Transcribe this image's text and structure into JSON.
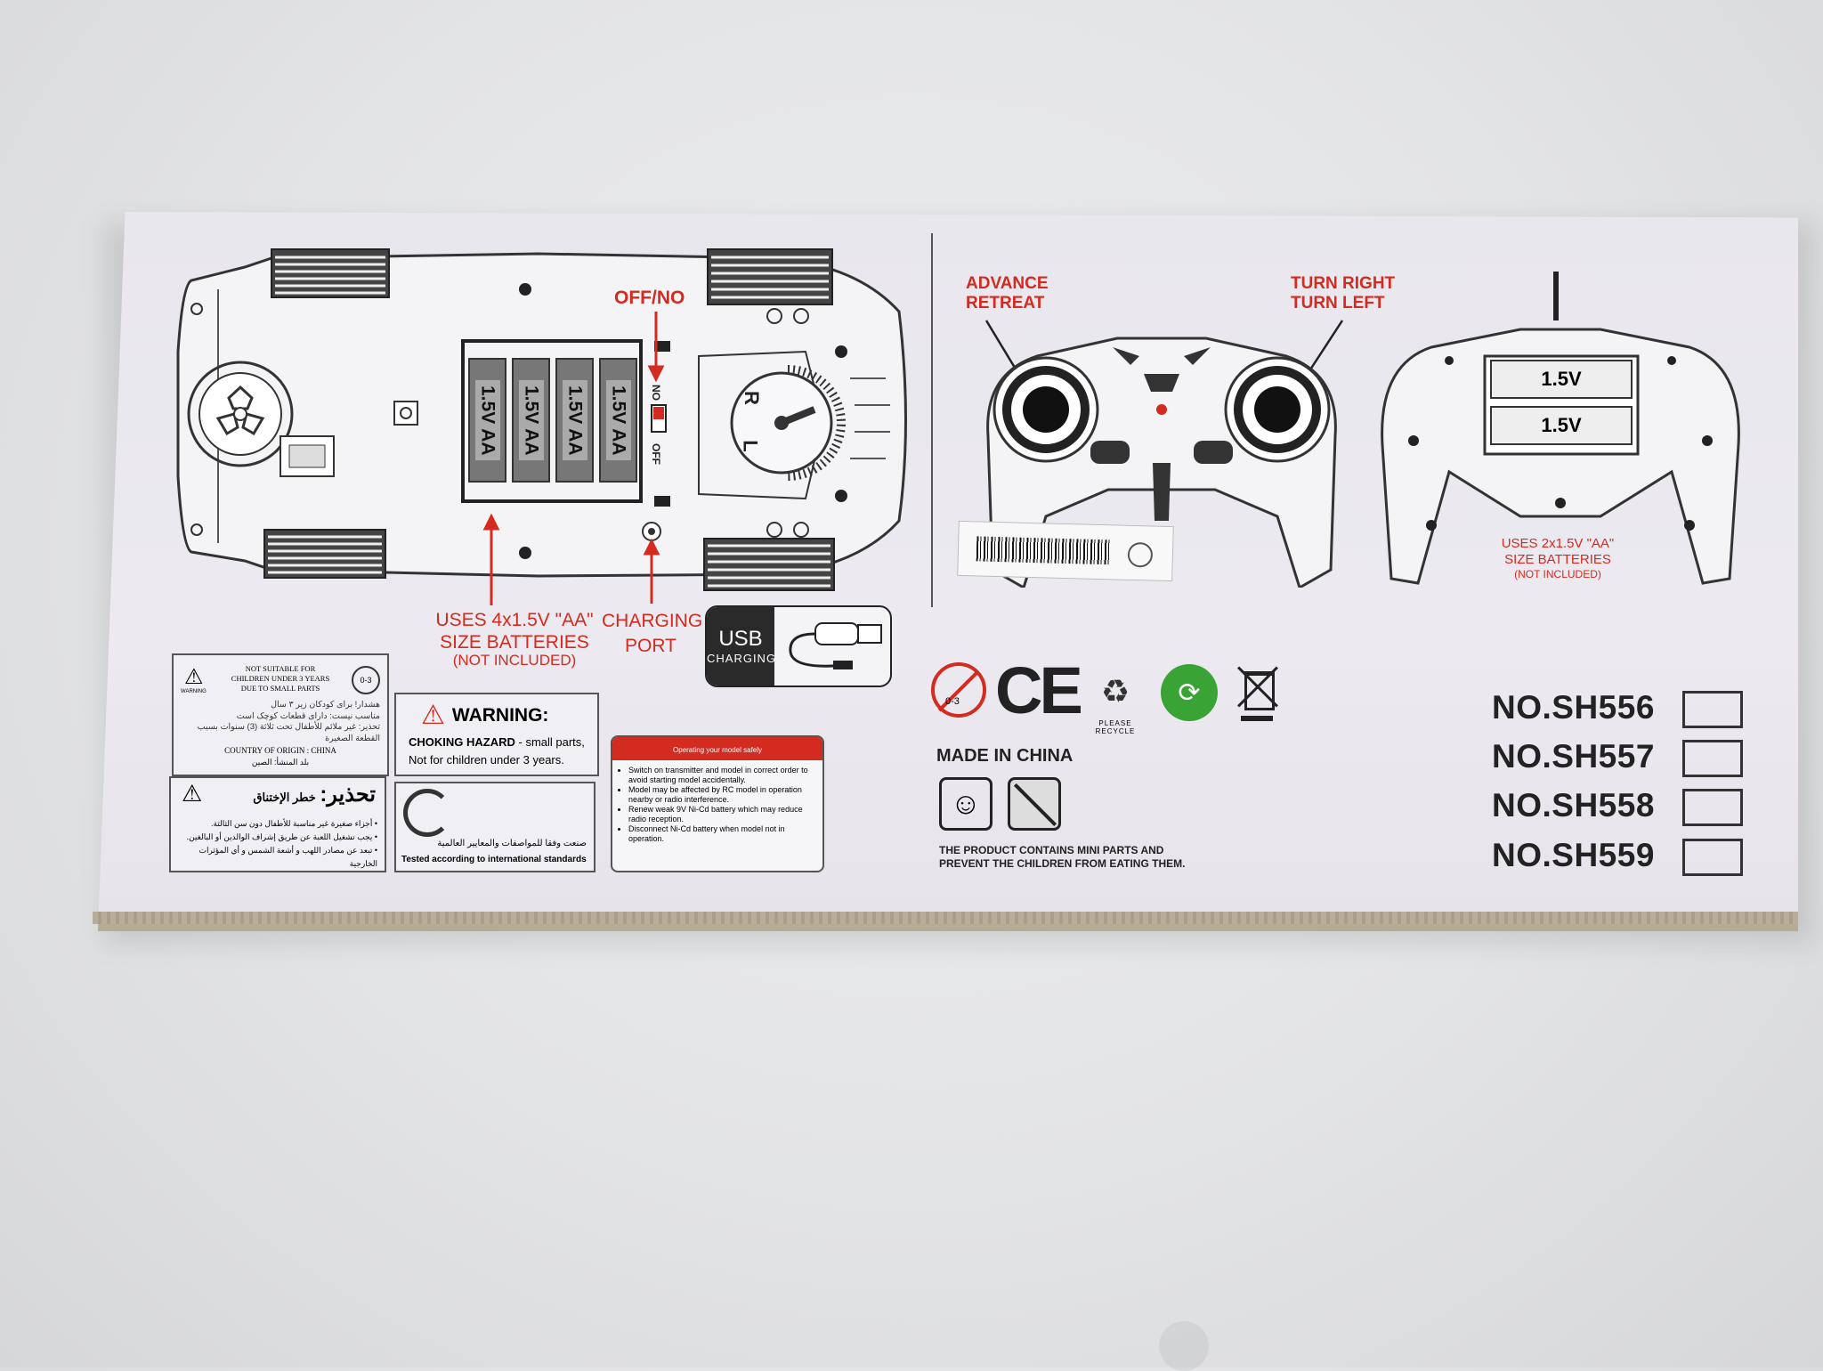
{
  "car_diagram": {
    "switch_label": "OFF/NO",
    "switch_marks": {
      "on": "NO",
      "off": "OFF"
    },
    "battery_cells": [
      "1.5V AA",
      "1.5V AA",
      "1.5V AA",
      "1.5V AA"
    ],
    "steer_marks": {
      "right": "R",
      "left": "L"
    },
    "batteries_note": "USES 4x1.5V \"AA\"\nSIZE BATTERIES",
    "batteries_not_included": "(NOT INCLUDED)",
    "charging_label": "CHARGING\nPORT",
    "usb": {
      "title": "USB",
      "sub": "CHARGING"
    }
  },
  "controller": {
    "left_label": "ADVANCE\nRETREAT",
    "right_label": "TURN RIGHT\nTURN LEFT",
    "battery_cells": [
      "1.5V",
      "1.5V"
    ],
    "batteries_note": "USES 2x1.5V \"AA\"\nSIZE BATTERIES",
    "batteries_not_included": "(NOT INCLUDED)"
  },
  "warning_panel_left": {
    "title": "NOT SUITABLE FOR\nCHILDREN UNDER 3 YEARS\nDUE TO SMALL PARTS",
    "arabic_1": "هشدار! برای کودکان زیر ۳ سال",
    "arabic_2": "مناسب نیست: دارای قطعات کوچک است",
    "arabic_3": "تحذير: غير ملائم للأطفال تحت ثلاثة (3) سنوات بسبب",
    "arabic_4": "القطعة الصغيرة",
    "origin": "COUNTRY OF ORIGIN : CHINA",
    "origin_ar": "بلد المنشأ: الصين",
    "age_icon": "0-3",
    "warning_word": "WARNING"
  },
  "arabic_panel": {
    "heading": "تحذير:",
    "subheading": "خطر الإختناق",
    "lines": [
      "• أجزاء صغيرة غير مناسبة للأطفال دون سن الثالثة.",
      "• يجب تشغيل اللعبة عن طريق إشراف الوالدين أو البالغين.",
      "• تبعد عن مصادر اللهب و أشعة الشمس و أي المؤثرات الخارجية"
    ]
  },
  "choking_warning": {
    "title": "WARNING:",
    "line1_bold": "CHOKING HAZARD",
    "line1_rest": " - small parts,",
    "line2": "Not for children under 3 years."
  },
  "standards_panel": {
    "arabic": "صنعت وفقا للمواصفات والمعايير العالمية",
    "english": "Tested according to international standards"
  },
  "safety_panel": {
    "header": "Operating your model safely",
    "items": [
      "Switch on transmitter and model in correct order to avoid starting model accidentally.",
      "Model may be affected by RC model in operation nearby or radio interference.",
      "Renew weak 9V Ni-Cd battery which may reduce radio reception.",
      "Disconnect Ni-Cd battery when model not in operation."
    ]
  },
  "certifications": {
    "age_mark": "0-3",
    "ce": "CE",
    "recycle_text": "PLEASE RECYCLE",
    "made_in": "MADE IN CHINA",
    "mini_parts_note": "THE PRODUCT CONTAINS MINI PARTS AND\nPREVENT THE CHILDREN FROM EATING THEM."
  },
  "models": [
    "NO.SH556",
    "NO.SH557",
    "NO.SH558",
    "NO.SH559"
  ],
  "colors": {
    "accent_red": "#d32b1f",
    "line": "#333333",
    "green_dot": "#3aa335"
  }
}
